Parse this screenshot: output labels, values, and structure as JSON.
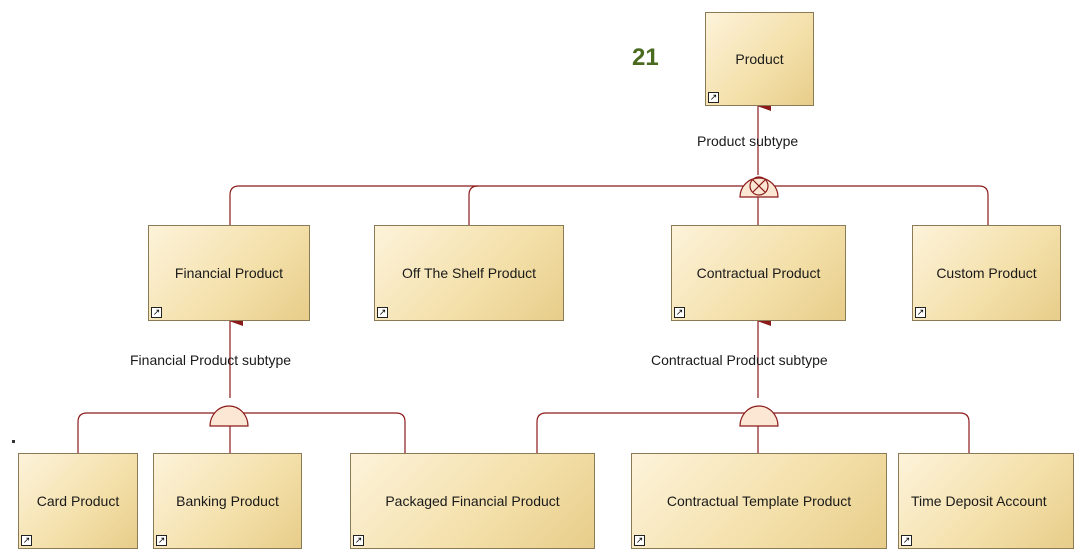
{
  "page_number": "21",
  "icons": {
    "shortcut": "shortcut-arrow-icon",
    "exclusive_generalization": "circle-x-icon",
    "generalization": "half-circle-icon"
  },
  "colors": {
    "connector": "#8b1a1a",
    "node_fill": "#f3dfa8",
    "page_number": "#4a6a1f"
  },
  "nodes": {
    "product": "Product",
    "financial_product": "Financial Product",
    "off_the_shelf_product": "Off The Shelf Product",
    "contractual_product": "Contractual Product",
    "custom_product": "Custom Product",
    "card_product": "Card Product",
    "banking_product": "Banking Product",
    "packaged_financial_product": "Packaged Financial Product",
    "contractual_template_product": "Contractual Template Product",
    "time_deposit_account": "Time Deposit Account"
  },
  "edge_labels": {
    "product_subtype": "Product subtype",
    "financial_product_subtype": "Financial Product subtype",
    "contractual_product_subtype": "Contractual Product subtype"
  }
}
